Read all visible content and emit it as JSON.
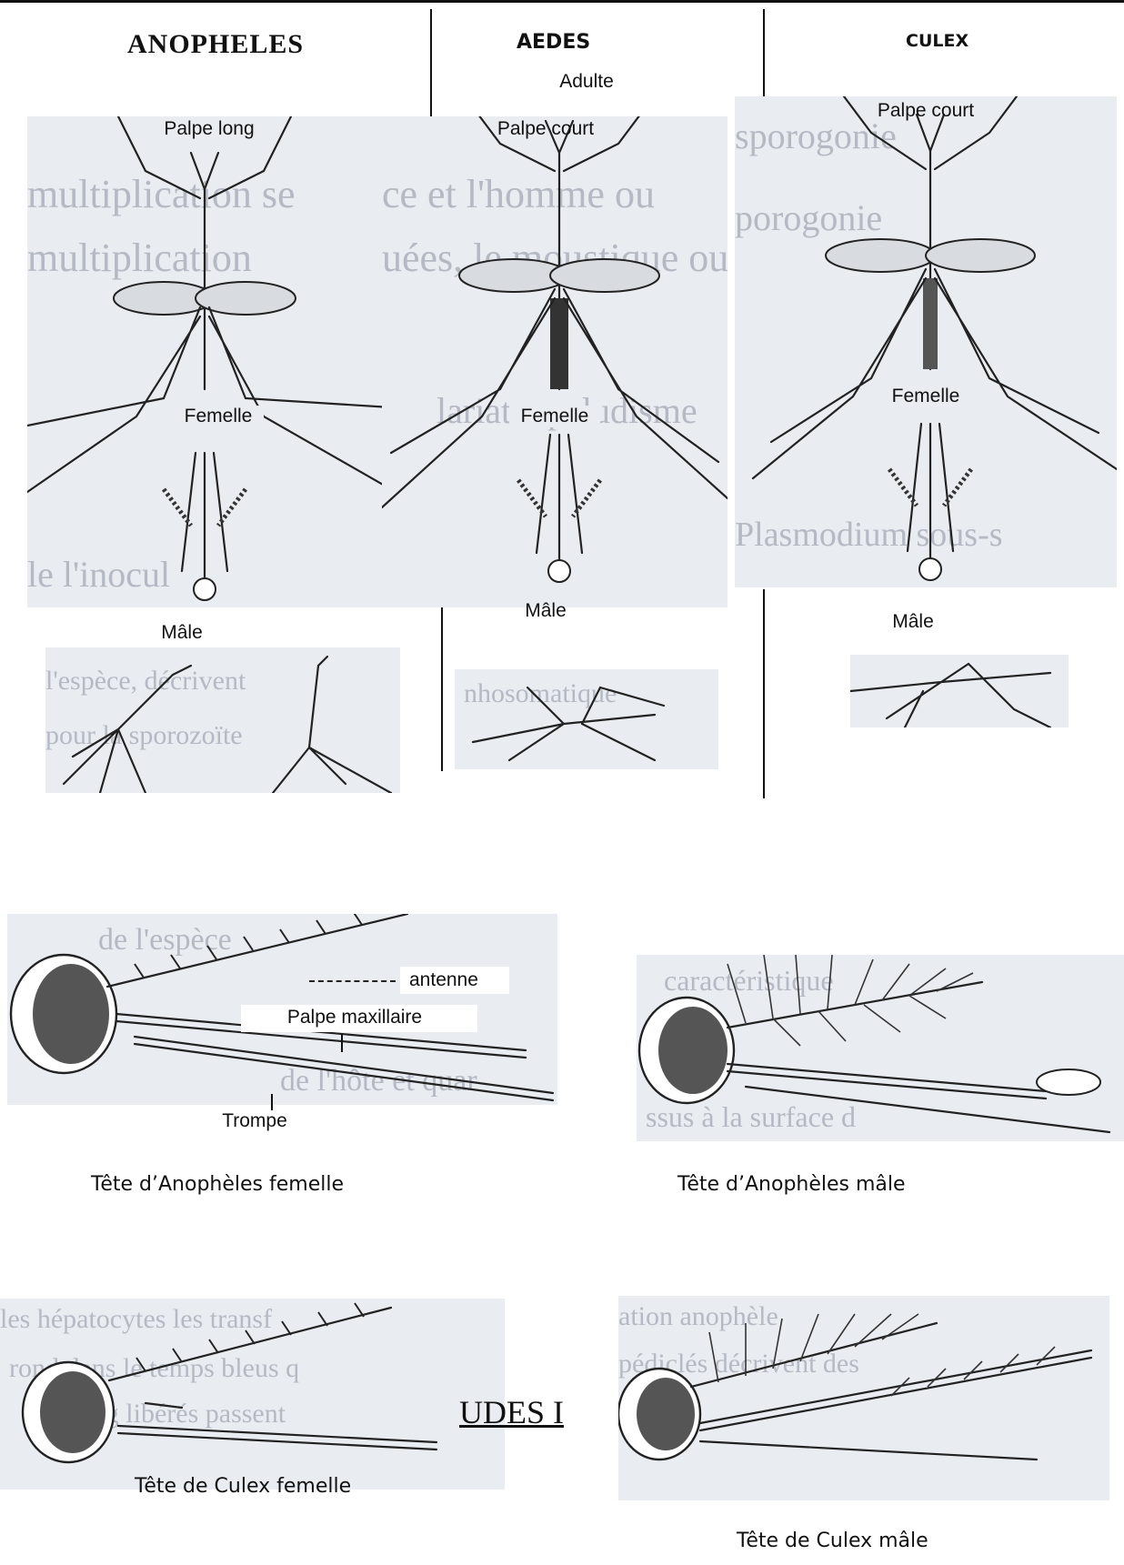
{
  "columns": {
    "anopheles": "ANOPHELES",
    "aedes": "AEDES",
    "culex": "CULEX"
  },
  "section_label": "Adulte",
  "drawing_labels": {
    "palpe_long": "Palpe long",
    "palpe_court": "Palpe court",
    "femelle": "Femelle",
    "male": "Mâle"
  },
  "head_labels": {
    "antenne": "antenne",
    "palpe_maxillaire": "Palpe maxillaire",
    "trompe": "Trompe"
  },
  "captions": {
    "anopheles_femelle": "Tête d’Anophèles femelle",
    "anopheles_male": "Tête d’Anophèles mâle",
    "culex_femelle": "Tête de Culex femelle",
    "culex_male": "Tête de Culex mâle"
  },
  "overlap_text": "UDES I",
  "colors": {
    "panel_bg": "#e9ecf1",
    "ink": "#222222",
    "eye_fill": "#555555"
  }
}
